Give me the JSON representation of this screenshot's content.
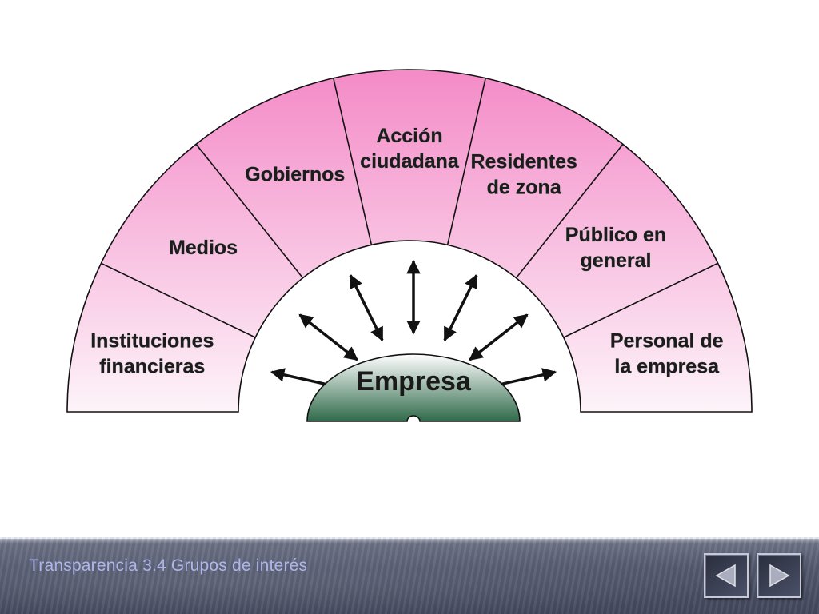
{
  "diagram": {
    "center_label": "Empresa",
    "segments": [
      {
        "id": "instituciones",
        "lines": [
          "Instituciones",
          "financieras"
        ]
      },
      {
        "id": "medios",
        "lines": [
          "Medios"
        ]
      },
      {
        "id": "gobiernos",
        "lines": [
          "Gobiernos"
        ]
      },
      {
        "id": "accion",
        "lines": [
          "Acción",
          "ciudadana"
        ]
      },
      {
        "id": "residentes",
        "lines": [
          "Residentes",
          "de zona"
        ]
      },
      {
        "id": "publico",
        "lines": [
          "Público en",
          "general"
        ]
      },
      {
        "id": "personal",
        "lines": [
          "Personal de",
          "la empresa"
        ]
      }
    ],
    "colors": {
      "fan_top": "#f48cc8",
      "fan_bottom": "#fdf5fa",
      "center_top": "#ffffff",
      "center_bottom": "#2f6a4a",
      "arrow": "#111111"
    }
  },
  "footer": {
    "title": "Transparencia 3.4 Grupos de interés",
    "prev_icon": "triangle-left-icon",
    "next_icon": "triangle-right-icon"
  }
}
